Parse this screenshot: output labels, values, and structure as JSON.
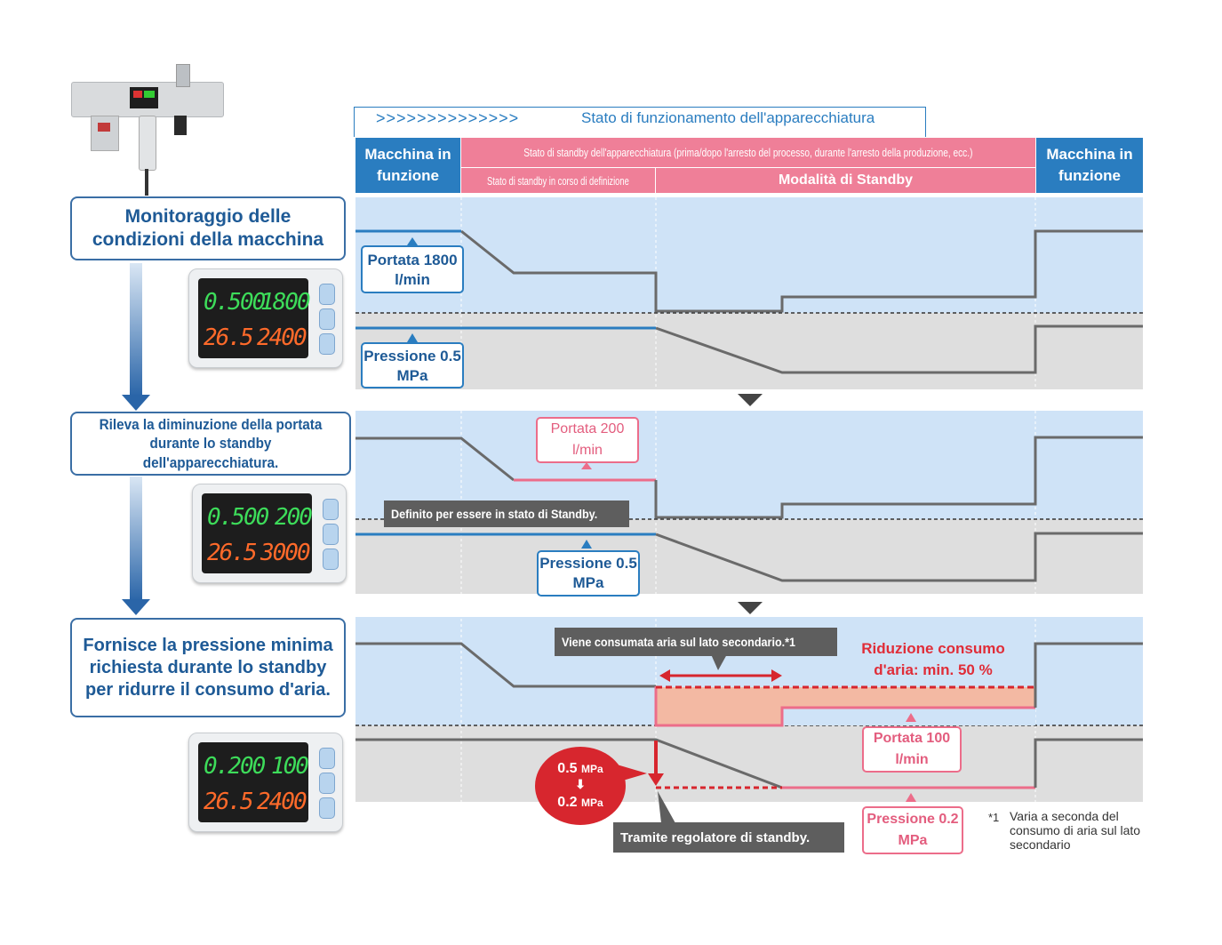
{
  "top_banner": {
    "arrows": ">>>>>>>>>>>>>>",
    "text": "Stato di funzionamento dell'apparecchiatura"
  },
  "header": {
    "left_running": "Macchina in funzione",
    "standby_title": "Stato di standby dell'apparecchiatura (prima/dopo l'arresto del processo, durante l'arresto della produzione, ecc.)",
    "standby_defining": "Stato di standby in corso di definizione",
    "standby_mode": "Modalità di Standby",
    "right_running": "Macchina in funzione"
  },
  "steps": [
    {
      "text": "Monitoraggio delle condizioni della macchina"
    },
    {
      "text": "Rileva la diminuzione della portata durante lo standby dell'apparecchiatura."
    },
    {
      "text": "Fornisce la pressione minima richiesta durante lo standby per ridurre il consumo d'aria."
    }
  ],
  "panel1": {
    "flow_label": "Portata 1800 l/min",
    "pressure_label": "Pressione 0.5 MPa"
  },
  "panel2": {
    "flow_label": "Portata 200 l/min",
    "pressure_label": "Pressione 0.5 MPa",
    "callout": "Definito per essere in stato di Standby."
  },
  "panel3": {
    "callout_top": "Viene consumata aria sul lato secondario.*1",
    "reduction": "Riduzione consumo d'aria: min. 50 %",
    "flow_label": "Portata 100 l/min",
    "pressure_label": "Pressione 0.2 MPa",
    "badge_from": "0.5",
    "badge_to": "0.2",
    "badge_unit": "MPa",
    "callout_bottom": "Tramite regolatore di standby."
  },
  "footnote": {
    "mark": "*1",
    "text": "Varia a seconda del consumo di aria sul lato secondario"
  },
  "devices": [
    {
      "pressure": "0.500",
      "flow": "1800",
      "temp": "26.5",
      "total": "2400"
    },
    {
      "pressure": "0.500",
      "flow": "200",
      "temp": "26.5",
      "total": "3000"
    },
    {
      "pressure": "0.200",
      "flow": "100",
      "temp": "26.5",
      "total": "2400"
    }
  ],
  "colors": {
    "header_blue": "#2a7dc0",
    "header_pink": "#ef7f98",
    "panel_blue": "#cfe3f7",
    "panel_gray": "#dedede",
    "line_gray": "#6a6a6a",
    "line_blue": "#2a7dc0",
    "line_pink": "#ec6d8a",
    "red": "#d7262e",
    "arrow_blue": "#2a65a8"
  }
}
